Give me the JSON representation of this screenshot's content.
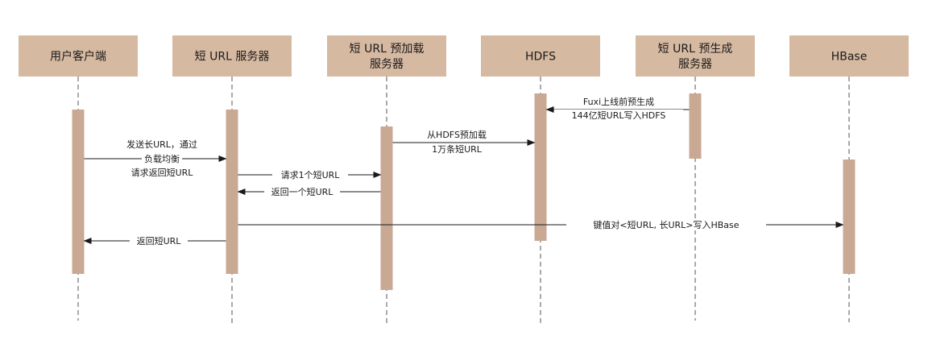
{
  "colors": {
    "box_fill": "#d6b9a1",
    "activation_fill": "#c9a993",
    "lifeline": "#555555",
    "arrow": "#1a1a1a",
    "label_bg": "#ffffff"
  },
  "participants": [
    {
      "id": "client",
      "lines": [
        "用户客户端"
      ]
    },
    {
      "id": "short_url_server",
      "lines": [
        "短 URL 服务器"
      ]
    },
    {
      "id": "preload_server",
      "lines": [
        "短 URL 预加载",
        "服务器"
      ]
    },
    {
      "id": "hdfs",
      "lines": [
        "HDFS"
      ]
    },
    {
      "id": "pregen_server",
      "lines": [
        "短 URL 预生成",
        "服务器"
      ]
    },
    {
      "id": "hbase",
      "lines": [
        "HBase"
      ]
    }
  ],
  "messages": [
    {
      "from": "pregen_server",
      "to": "hdfs",
      "lines": [
        "Fuxi上线前预生成",
        "144亿短URL写入HDFS"
      ]
    },
    {
      "from": "preload_server",
      "to": "hdfs",
      "lines": [
        "从HDFS预加载",
        "1万条短URL"
      ]
    },
    {
      "from": "client",
      "to": "short_url_server",
      "lines": [
        "发送长URL，通过",
        "负载均衡",
        "请求返回短URL"
      ]
    },
    {
      "from": "short_url_server",
      "to": "preload_server",
      "lines": [
        "请求1个短URL"
      ]
    },
    {
      "from": "preload_server",
      "to": "short_url_server",
      "lines": [
        "返回一个短URL"
      ]
    },
    {
      "from": "short_url_server",
      "to": "hbase",
      "lines": [
        "键值对<短URL, 长URL>写入HBase"
      ]
    },
    {
      "from": "short_url_server",
      "to": "client",
      "lines": [
        "返回短URL"
      ]
    }
  ]
}
